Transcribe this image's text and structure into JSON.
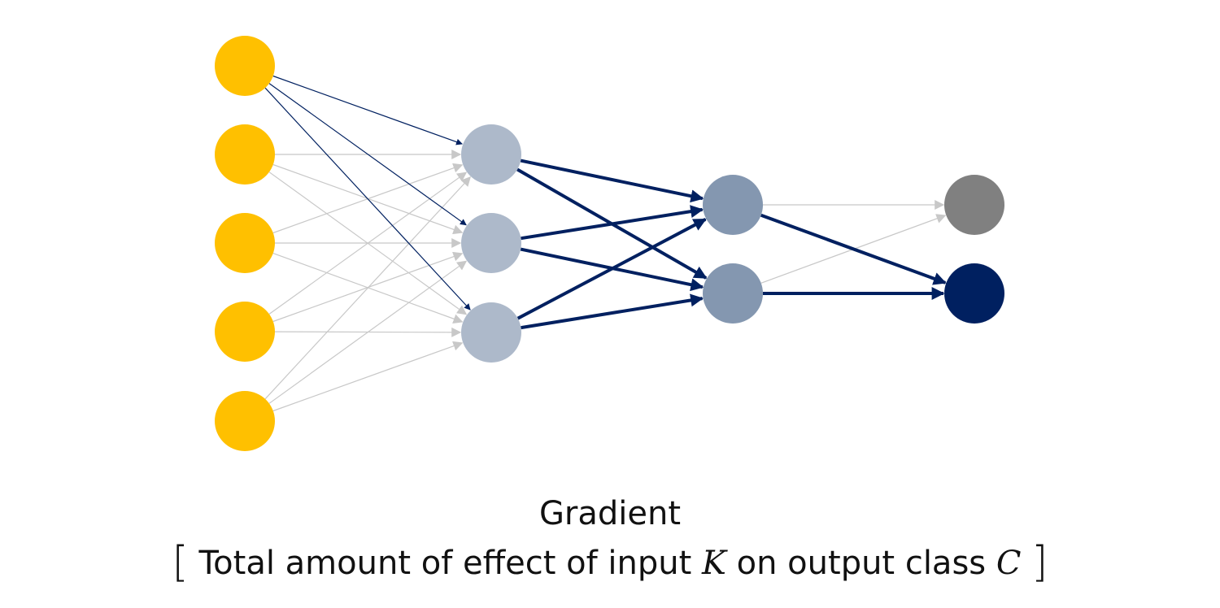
{
  "diagram": {
    "layers": [
      {
        "name": "input",
        "size": 5,
        "color": "#FFC000"
      },
      {
        "name": "hidden1",
        "size": 3,
        "color": "#ADB9CA"
      },
      {
        "name": "hidden2",
        "size": 2,
        "color": "#8497B0"
      },
      {
        "name": "output",
        "size": 2,
        "colors": [
          "#808080",
          "#002060"
        ]
      }
    ],
    "connections": [
      {
        "from": [
          0,
          0
        ],
        "to": [
          1,
          0
        ],
        "style": "highlight-thin"
      },
      {
        "from": [
          0,
          0
        ],
        "to": [
          1,
          1
        ],
        "style": "highlight-thin"
      },
      {
        "from": [
          0,
          0
        ],
        "to": [
          1,
          2
        ],
        "style": "highlight-thin"
      },
      {
        "from": [
          0,
          1
        ],
        "to": [
          1,
          0
        ],
        "style": "muted"
      },
      {
        "from": [
          0,
          1
        ],
        "to": [
          1,
          1
        ],
        "style": "muted"
      },
      {
        "from": [
          0,
          1
        ],
        "to": [
          1,
          2
        ],
        "style": "muted"
      },
      {
        "from": [
          0,
          2
        ],
        "to": [
          1,
          0
        ],
        "style": "muted"
      },
      {
        "from": [
          0,
          2
        ],
        "to": [
          1,
          1
        ],
        "style": "muted"
      },
      {
        "from": [
          0,
          2
        ],
        "to": [
          1,
          2
        ],
        "style": "muted"
      },
      {
        "from": [
          0,
          3
        ],
        "to": [
          1,
          0
        ],
        "style": "muted"
      },
      {
        "from": [
          0,
          3
        ],
        "to": [
          1,
          1
        ],
        "style": "muted"
      },
      {
        "from": [
          0,
          3
        ],
        "to": [
          1,
          2
        ],
        "style": "muted"
      },
      {
        "from": [
          0,
          4
        ],
        "to": [
          1,
          0
        ],
        "style": "muted"
      },
      {
        "from": [
          0,
          4
        ],
        "to": [
          1,
          1
        ],
        "style": "muted"
      },
      {
        "from": [
          0,
          4
        ],
        "to": [
          1,
          2
        ],
        "style": "muted"
      },
      {
        "from": [
          1,
          0
        ],
        "to": [
          2,
          0
        ],
        "style": "highlight"
      },
      {
        "from": [
          1,
          0
        ],
        "to": [
          2,
          1
        ],
        "style": "highlight"
      },
      {
        "from": [
          1,
          1
        ],
        "to": [
          2,
          0
        ],
        "style": "highlight"
      },
      {
        "from": [
          1,
          1
        ],
        "to": [
          2,
          1
        ],
        "style": "highlight"
      },
      {
        "from": [
          1,
          2
        ],
        "to": [
          2,
          0
        ],
        "style": "highlight"
      },
      {
        "from": [
          1,
          2
        ],
        "to": [
          2,
          1
        ],
        "style": "highlight"
      },
      {
        "from": [
          2,
          0
        ],
        "to": [
          3,
          0
        ],
        "style": "muted"
      },
      {
        "from": [
          2,
          0
        ],
        "to": [
          3,
          1
        ],
        "style": "highlight"
      },
      {
        "from": [
          2,
          1
        ],
        "to": [
          3,
          0
        ],
        "style": "muted"
      },
      {
        "from": [
          2,
          1
        ],
        "to": [
          3,
          1
        ],
        "style": "highlight"
      }
    ],
    "colors": {
      "highlight": "#002060",
      "muted": "#C8C8C8"
    }
  },
  "caption": {
    "title": "Gradient",
    "open_bracket": "[",
    "text_before": "Total amount of effect of input",
    "var_input": "K",
    "text_middle": "on output class",
    "var_class": "C",
    "close_bracket": "]"
  }
}
